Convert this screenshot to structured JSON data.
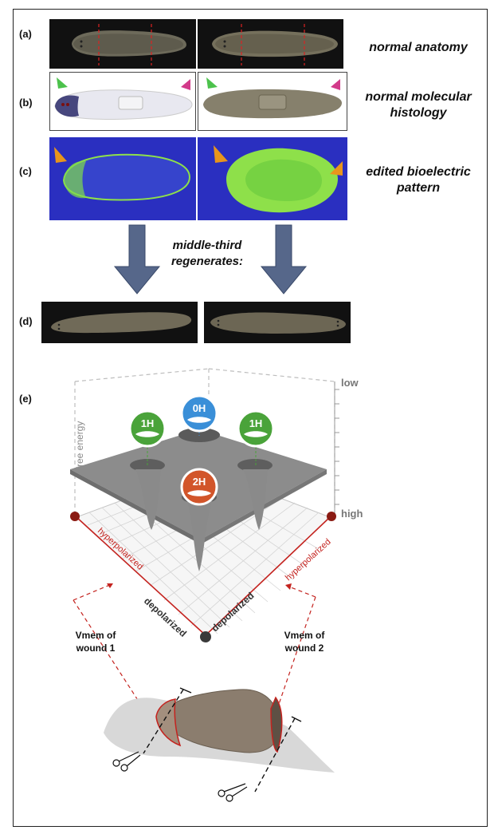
{
  "labels": {
    "a": "(a)",
    "b": "(b)",
    "c": "(c)",
    "d": "(d)",
    "e": "(e)"
  },
  "captions": {
    "a": "normal anatomy",
    "b_line1": "normal molecular",
    "b_line2": "histology",
    "c_line1": "edited bioelectric",
    "c_line2": "pattern",
    "regen_line1": "middle-third",
    "regen_line2": "regenerates:"
  },
  "landscape": {
    "free_energy": "free energy",
    "low": "low",
    "high": "high",
    "hyperpolarized_left": "hyperpolarized",
    "hyperpolarized_right": "hyperpolarized",
    "depolarized_left": "depolarized",
    "depolarized_right": "depolarized",
    "badge_0h": "0H",
    "badge_1h_left": "1H",
    "badge_1h_right": "1H",
    "badge_2h": "2H",
    "wound1_line1": "Vmem of",
    "wound1_line2": "wound 1",
    "wound2_line1": "Vmem of",
    "wound2_line2": "wound 2"
  },
  "colors": {
    "badge_green": "#4aa33a",
    "badge_blue": "#3a8fd8",
    "badge_red": "#d2552a",
    "dashed_red": "#c4231f",
    "voltage_blue": "#2a2fc0",
    "voltage_green": "#8ee04a"
  }
}
